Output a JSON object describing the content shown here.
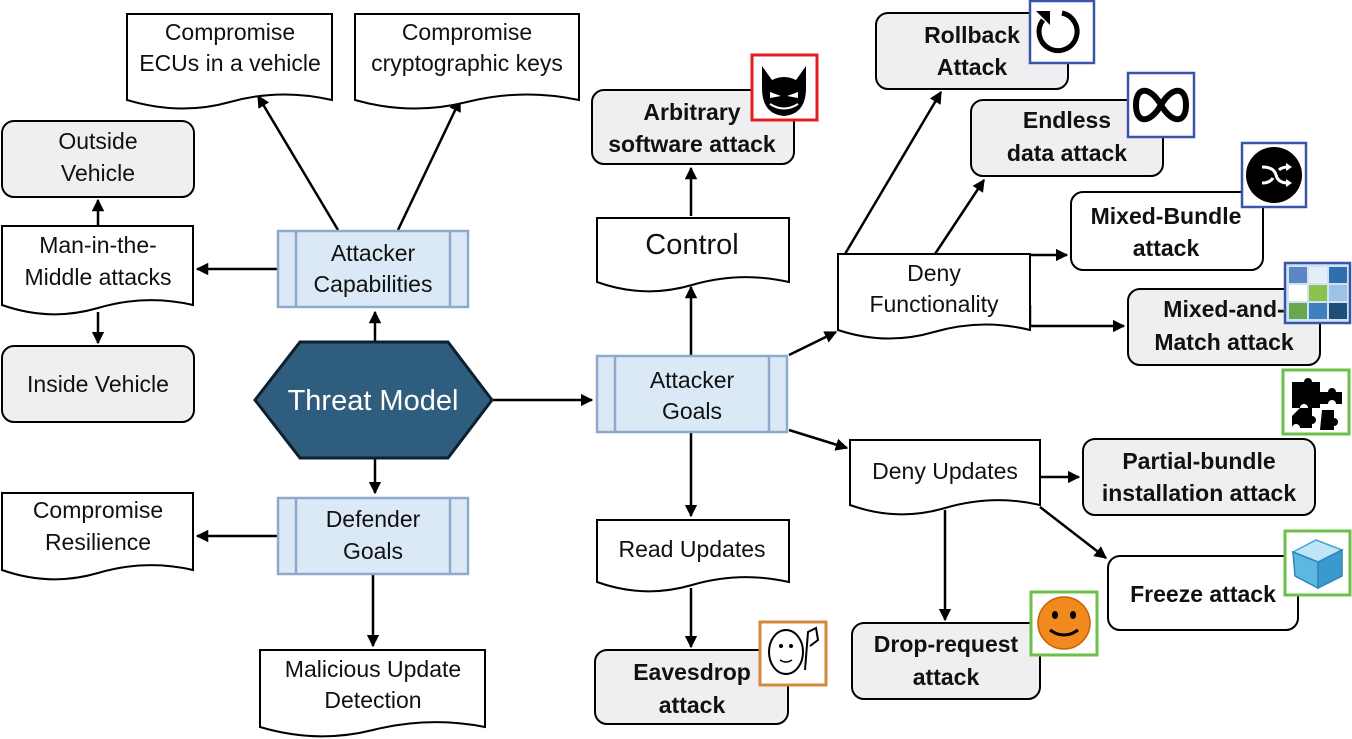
{
  "center": {
    "label": "Threat Model"
  },
  "capabilities": {
    "label": [
      "Attacker",
      "Capabilities"
    ],
    "ecus": [
      "Compromise",
      "ECUs in a vehicle"
    ],
    "keys": [
      "Compromise",
      "cryptographic keys"
    ],
    "mitm": [
      "Man-in-the-",
      "Middle attacks"
    ],
    "outside": [
      "Outside",
      "Vehicle"
    ],
    "inside": "Inside Vehicle"
  },
  "defender": {
    "label": [
      "Defender",
      "Goals"
    ],
    "resilience": [
      "Compromise",
      "Resilience"
    ],
    "detection": [
      "Malicious Update",
      "Detection"
    ]
  },
  "goals": {
    "label": [
      "Attacker",
      "Goals"
    ],
    "control": "Control",
    "arbitrary": [
      "Arbitrary",
      "software attack"
    ],
    "read": "Read Updates",
    "eavesdrop": [
      "Eavesdrop",
      "attack"
    ],
    "deny_functionality": [
      "Deny",
      "Functionality"
    ],
    "deny_updates": "Deny Updates"
  },
  "attacks": {
    "rollback": [
      "Rollback",
      "Attack"
    ],
    "endless": [
      "Endless",
      "data attack"
    ],
    "mixed_bundle": [
      "Mixed-Bundle",
      "attack"
    ],
    "mix_match": [
      "Mixed-and-",
      "Match attack"
    ],
    "partial": [
      "Partial-bundle",
      "installation attack"
    ],
    "freeze": "Freeze attack",
    "drop": [
      "Drop-request",
      "attack"
    ]
  },
  "colors": {
    "hexagon": "#2f5d7e",
    "process_fill": "#dbe9f7",
    "process_border": "#8ea9c9",
    "rounded_fill": "#efeff1",
    "icon_red": "#e02020",
    "icon_blue": "#3a55a8",
    "icon_green": "#6cbf4a",
    "icon_orange": "#d4883a"
  },
  "icons": {
    "arbitrary": "devil-face-icon",
    "rollback": "rollback-arrow-icon",
    "endless": "infinity-icon",
    "mixed_bundle": "shuffle-icon",
    "mix_match": "puzzle-mosaic-icon",
    "partial": "puzzle-pieces-icon",
    "freeze": "ice-cube-icon",
    "drop": "smiley-face-icon",
    "eavesdrop": "eavesdropper-icon"
  }
}
